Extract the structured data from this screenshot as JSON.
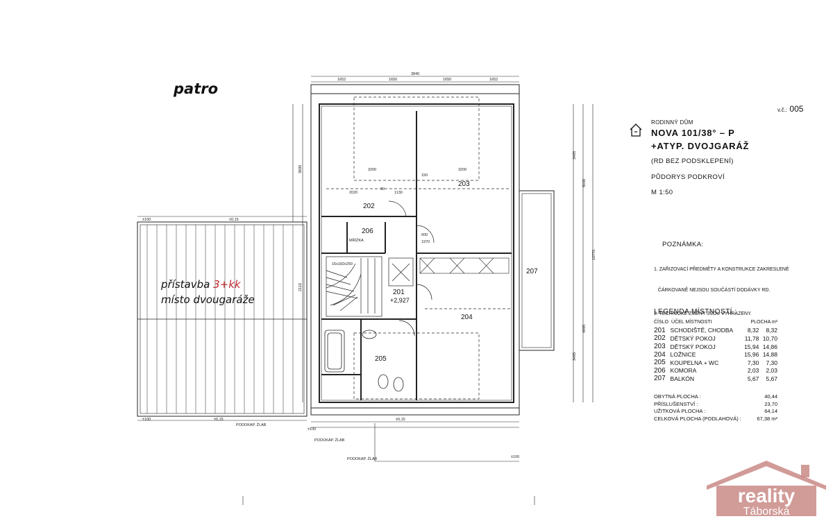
{
  "labels": {
    "floor": "patro",
    "annotation_line1_a": "přístavba ",
    "annotation_line1_b": "3+kk",
    "annotation_line2": "místo dvougaráže",
    "sheet_prefix": "v.č.:",
    "sheet_number": "005"
  },
  "title_block": {
    "header_small": "RODINNÝ DŮM",
    "title_line1": "NOVA 101/38° – P",
    "title_line2": "+ATYP. DVOJGARÁŽ",
    "subtitle": "(RD BEZ PODSKLEPENÍ)",
    "drawing_name": "PŮDORYS PODKROVÍ",
    "scale": "M 1:50"
  },
  "notes": {
    "heading": "POZNÁMKA:",
    "items": [
      "1. ZAŘIZOVACÍ PŘEDMĚTY A KONSTRUKCE ZAKRESLENÉ",
      "   ČÁRKOVANĚ NEJSOU SOUČÁSTÍ DODÁVKY RD.",
      "2. TECHNICKÉ ZMĚNY JSOU VYHRAZENY."
    ]
  },
  "legend": {
    "heading": "LEGENDA MÍSTNOSTÍ :",
    "columns": [
      "ČÍSLO",
      "ÚČEL MÍSTNOSTI",
      "PLOCHA m²",
      ""
    ],
    "rows": [
      {
        "num": "201",
        "name": "SCHODIŠTĚ, CHODBA",
        "a": "8,32",
        "b": "8,32"
      },
      {
        "num": "202",
        "name": "DĚTSKÝ POKOJ",
        "a": "11,78",
        "b": "10,70"
      },
      {
        "num": "203",
        "name": "DĚTSKÝ POKOJ",
        "a": "15,94",
        "b": "14,86"
      },
      {
        "num": "204",
        "name": "LOŽNICE",
        "a": "15,96",
        "b": "14,88"
      },
      {
        "num": "205",
        "name": "KOUPELNA + WC",
        "a": "7,30",
        "b": "7,30"
      },
      {
        "num": "206",
        "name": "KOMORA",
        "a": "2,03",
        "b": "2,03"
      },
      {
        "num": "207",
        "name": "BALKÓN",
        "a": "5,67",
        "b": "5,67"
      }
    ],
    "summary": [
      {
        "label": "OBYTNÁ PLOCHA :",
        "value": "40,44"
      },
      {
        "label": "PŘÍSLUŠENSTVÍ :",
        "value": "23,70"
      },
      {
        "label": "UŽITKOVÁ PLOCHA :",
        "value": "64,14"
      },
      {
        "label": "CELKOVÁ PLOCHA (PODLAHOVÁ) :",
        "value": "67,38 m²"
      }
    ]
  },
  "rooms": {
    "r201": "201",
    "r202": "202",
    "r203": "203",
    "r204": "204",
    "r205": "205",
    "r206": "206",
    "r207": "207",
    "level": "+2,927"
  },
  "dims": {
    "top_total": "3840",
    "top_a": "1652",
    "top_b": "1652",
    "top_c": "1650",
    "top_d": "1650",
    "right_a": "3495",
    "right_b": "5030",
    "right_c": "10770",
    "right_d": "4995",
    "right_e": "3495",
    "left_a": "3690",
    "left_b": "2110",
    "w_a": "3200",
    "w_b": "3200",
    "w_c": "2020",
    "w_d": "150",
    "w_e": "1130",
    "w_f": "90",
    "d600": "600",
    "d1970": "1970",
    "stair": "16x182x250",
    "tag_a": "PODOKAP. ŽLAB",
    "tag_b": "PODOKAP. ŽLAB",
    "tag_c": "PODOKAP. ŽLAB",
    "slope_a": "±0,15",
    "slope_b": "±0,15",
    "slope_c": "±0,15",
    "x100a": "±100",
    "x100b": "±100",
    "x100c": "±100",
    "x100d": "±100",
    "hatch": "MŘÍŽKA"
  },
  "logo": {
    "line1": "reality",
    "line2": "Táborská",
    "color": "#c98a86"
  }
}
